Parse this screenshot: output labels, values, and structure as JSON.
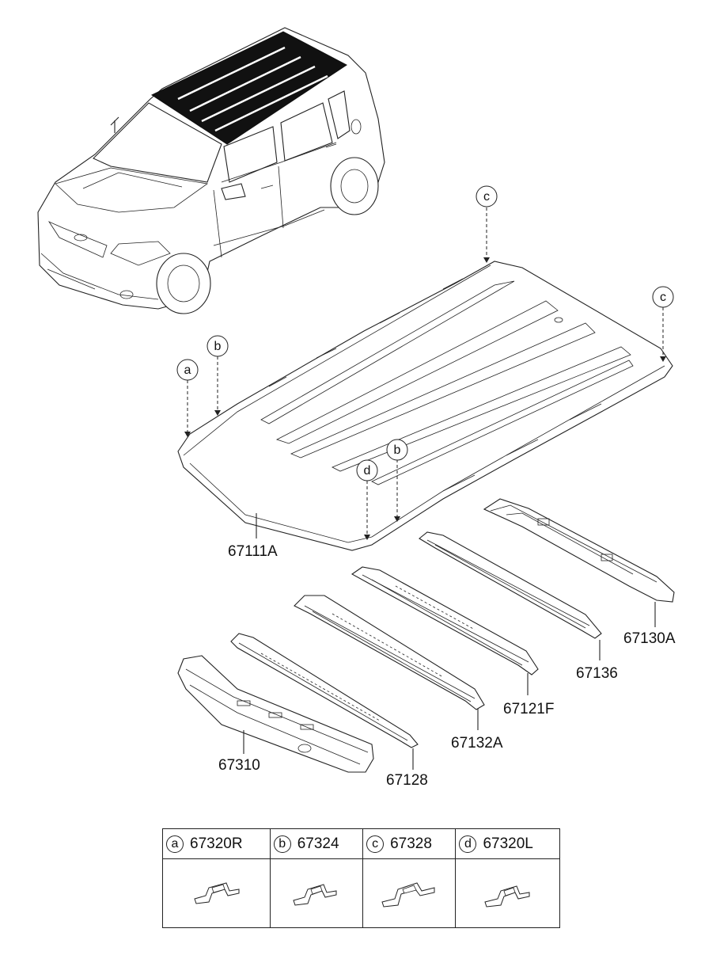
{
  "parts": {
    "roof_panel": "67111A",
    "rail_67130A": "67130A",
    "rail_67136": "67136",
    "rail_67121F": "67121F",
    "rail_67132A": "67132A",
    "rail_67128": "67128",
    "front_rail": "67310"
  },
  "callouts": {
    "a": "a",
    "b": "b",
    "c": "c",
    "d": "d"
  },
  "legend": [
    {
      "letter": "a",
      "code": "67320R"
    },
    {
      "letter": "b",
      "code": "67324"
    },
    {
      "letter": "c",
      "code": "67328"
    },
    {
      "letter": "d",
      "code": "67320L"
    }
  ]
}
